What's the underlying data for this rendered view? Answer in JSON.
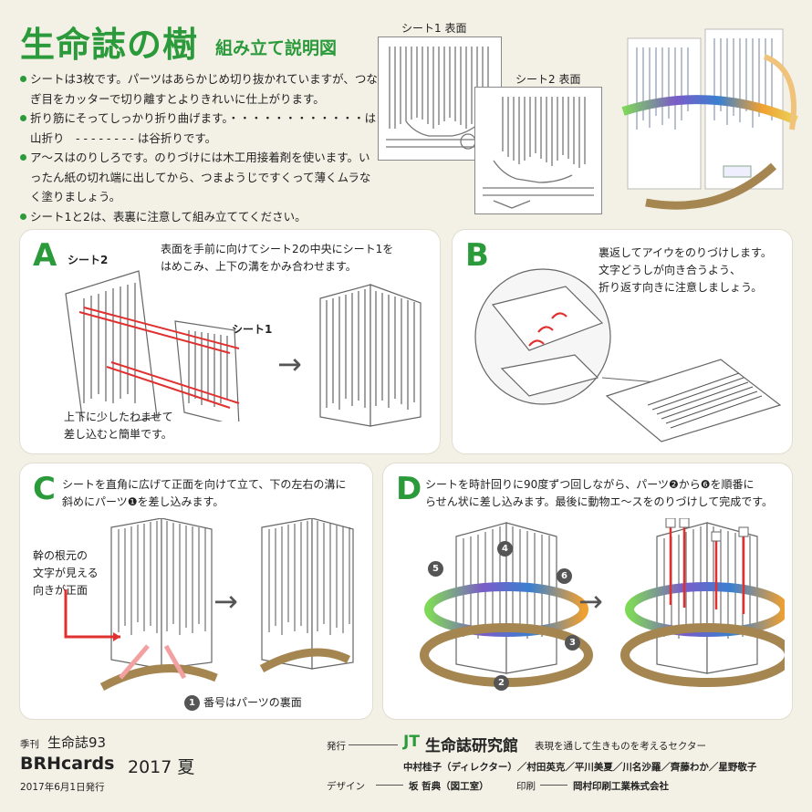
{
  "header": {
    "title": "生命誌の樹",
    "subtitle": "組み立て説明図"
  },
  "bullets": [
    "シートは3枚です。パーツはあらかじめ切り抜かれていますが、つなぎ目をカッターで切り離すとよりきれいに仕上がります。",
    "折り筋にそってしっかり折り曲げます。・・・・・・・・・・・・は山折り　- - - - - - - - は谷折りです。",
    "ア～スはのりしろです。のりづけには木工用接着剤を使います。いったん紙の切れ端に出してから、つまようじですくって薄くムラなく塗りましょう。",
    "シート1と2は、表裏に注意して組み立ててください。"
  ],
  "sheets": {
    "sheet1_label": "シート1 表面",
    "sheet2_label": "シート2 表面"
  },
  "steps": {
    "a": {
      "letter": "A",
      "text_line1": "表面を手前に向けてシート2の中央にシート1を",
      "text_line2": "はめこみ、上下の溝をかみ合わせます。",
      "sheet2_label": "シート2",
      "sheet1_label": "シート1",
      "note_line1": "上下に少したわませて",
      "note_line2": "差し込むと簡単です。"
    },
    "b": {
      "letter": "B",
      "text_line1": "裏返してアイウをのりづけします。",
      "text_line2": "文字どうしが向き合うよう、",
      "text_line3": "折り返す向きに注意しましょう。"
    },
    "c": {
      "letter": "C",
      "text_line1": "シートを直角に広げて正面を向けて立て、下の左右の溝に",
      "text_line2": "斜めにパーツ❶を差し込みます。",
      "side_line1": "幹の根元の",
      "side_line2": "文字が見える",
      "side_line3": "向きが正面",
      "part_number": "1",
      "part_note": "番号はパーツの裏面"
    },
    "d": {
      "letter": "D",
      "text_line1": "シートを時計回りに90度ずつ回しながら、パーツ❷から❻を順番に",
      "text_line2": "らせん状に差し込みます。最後に動物エ～スをのりづけして完成です。",
      "parts": [
        "2",
        "3",
        "4",
        "5",
        "6"
      ]
    }
  },
  "footer": {
    "series_label": "季刊",
    "series_name": "生命誌93",
    "brand": "BRHcards",
    "season": "2017 夏",
    "date": "2017年6月1日発行",
    "publisher_label": "発行",
    "publisher_logo": "JT",
    "publisher_name": "生命誌研究館",
    "publisher_tagline": "表現を通して生きものを考えるセクター",
    "credits": "中村桂子（ディレクター）／村田英克／平川美夏／川名沙羅／齊藤わか／星野敬子",
    "design_label": "デザイン",
    "design_credit": "坂 哲典（図工室）",
    "print_label": "印刷",
    "print_credit": "岡村印刷工業株式会社"
  },
  "colors": {
    "accent_green": "#2a9a3a",
    "arrow_red": "#e03030",
    "ring_brown": "#a58550"
  }
}
